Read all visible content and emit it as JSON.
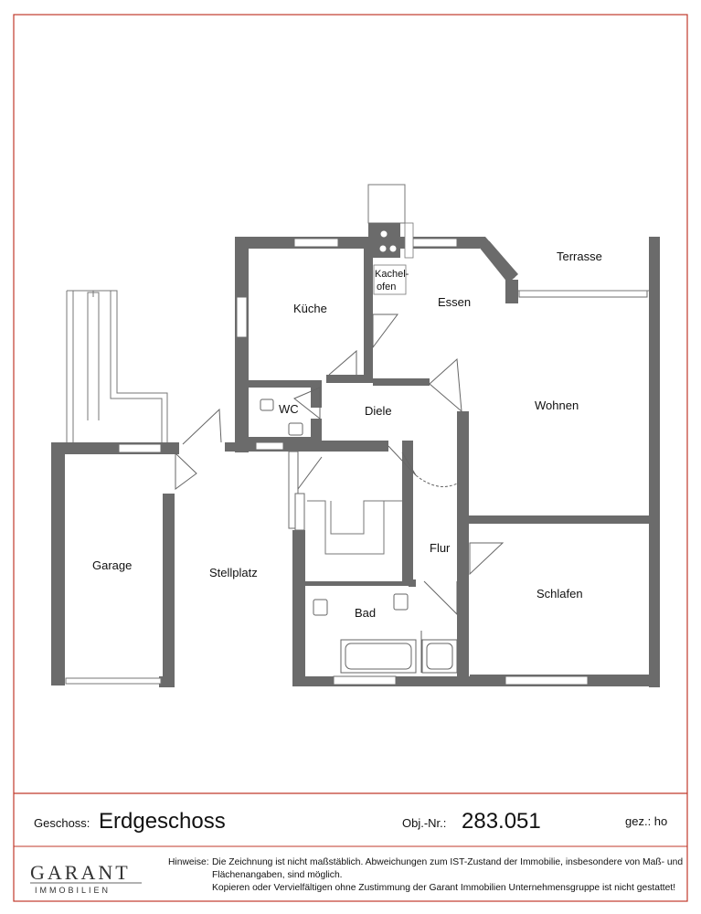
{
  "rooms": {
    "kueche": "Küche",
    "kachelofen_1": "Kachel-",
    "kachelofen_2": "ofen",
    "essen": "Essen",
    "terrasse": "Terrasse",
    "wc": "WC",
    "diele": "Diele",
    "wohnen": "Wohnen",
    "garage": "Garage",
    "stellplatz": "Stellplatz",
    "flur": "Flur",
    "bad": "Bad",
    "schlafen": "Schlafen"
  },
  "footer": {
    "geschoss_label": "Geschoss:",
    "geschoss_value": "Erdgeschoss",
    "objnr_label": "Obj.-Nr.:",
    "objnr_value": "283.051",
    "gez_label": "gez.: ho",
    "logo_name": "GARANT",
    "logo_sub": "IMMOBILIEN",
    "hinweise_label": "Hinweise:",
    "hinweise_line1": "Die Zeichnung ist nicht maßstäblich. Abweichungen zum IST-Zustand der Immobilie, insbesondere von Maß- und",
    "hinweise_line2": "Flächenangaben, sind möglich.",
    "hinweise_line3": "Kopieren oder Vervielfältigen ohne Zustimmung der Garant Immobilien Unternehmensgruppe ist nicht gestattet!"
  },
  "colors": {
    "wall": "#6b6b6b",
    "frame": "#c0392b",
    "line": "#555555"
  }
}
